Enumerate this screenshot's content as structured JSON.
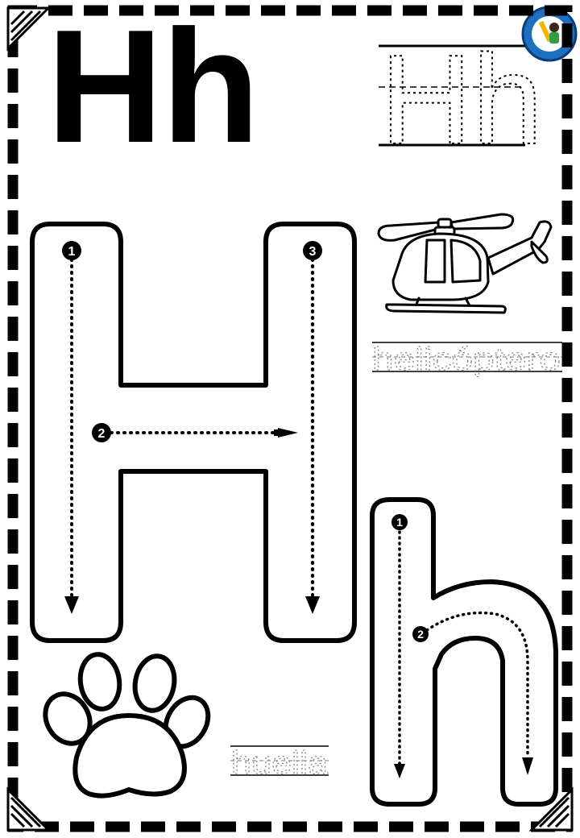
{
  "worksheet": {
    "letters_heading": "Hh",
    "tracing_guide": "Hh",
    "uppercase_letter": "H",
    "lowercase_letter": "h",
    "stroke_numbers_upper": [
      "1",
      "2",
      "3"
    ],
    "stroke_numbers_lower": [
      "1",
      "2"
    ],
    "word_helicopter": "helicóptero",
    "word_paw": "huella",
    "icons": {
      "helicopter": "helicopter-icon",
      "paw": "paw-print-icon",
      "logo": "publisher-logo-icon"
    },
    "colors": {
      "ink": "#000000",
      "paper": "#ffffff",
      "trace_gray": "#9a9a9a",
      "logo_blue": "#1e6fc0"
    }
  }
}
